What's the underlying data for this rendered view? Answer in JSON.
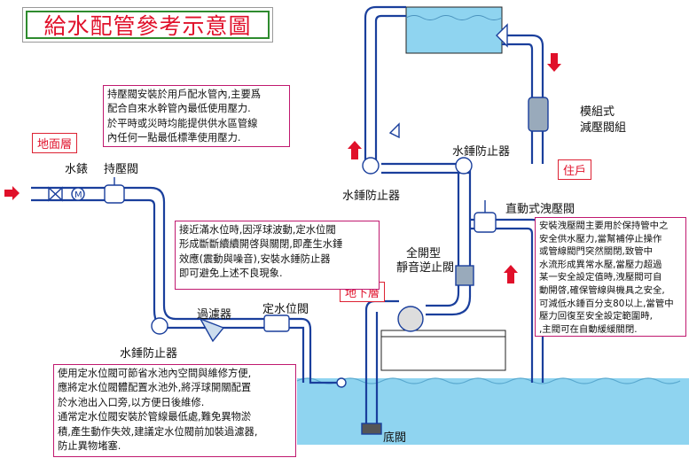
{
  "title": "給水配管參考示意圖",
  "colors": {
    "water": "#8fd4f0",
    "title_text": "#e0102a",
    "frame": "#2e8b2e",
    "pipe": "#1a3f9c",
    "note_border": "#c0196f",
    "arrow": "#e0102a"
  },
  "zones": {
    "ground_floor": "地面層",
    "basement": "地下層",
    "household": "住戶"
  },
  "labels": {
    "meter": "水錶",
    "pressure_valve": "持壓閥",
    "hammer_arrestor_top": "水錘防止器",
    "hammer_arrestor_left": "水錘防止器",
    "hammer_arrestor_bottom": "水錘防止器",
    "module_line1": "模組式",
    "module_line2": "減壓閥組",
    "relief_valve": "直動式洩壓閥",
    "check_valve_line1": "全開型",
    "check_valve_line2": "靜音逆止閥",
    "strainer": "過濾器",
    "level_valve": "定水位閥",
    "foot_valve": "底閥"
  },
  "notes": {
    "pressure": [
      "持壓閥安裝於用戶配水管內,主要爲",
      "配合自來水幹管內最低使用壓力.",
      "於平時或災時均能提供供水區管線",
      "內任何一點最低標準使用壓力."
    ],
    "hammer": [
      "接近滿水位時,因浮球波動,定水位閥",
      "形成斷斷續續開啓與關閉,即產生水錘",
      "效應(震動與噪音),安裝水錘防止器",
      "即可避免上述不良現象."
    ],
    "level": [
      "使用定水位閥可節省水池內空間與維修方便,",
      "應將定水位閥體配置水池外,將浮球開關配置",
      "於水池出入口旁,以方便日後維修.",
      "通常定水位閥安裝於管線最低處,難免異物淤",
      "積,產生動作失效,建議定水位閥前加裝過濾器,",
      "防止異物堵塞."
    ],
    "relief": [
      "安裝洩壓閥主要用於保持管中之",
      "安全供水壓力,當幫補停止操作",
      "或管線閥門突然關閉,致管中",
      "水流形成異常水壓,當壓力超過",
      "某一安全設定值時,洩壓閥可自",
      "動開啓,確保管線與機具之安全,",
      "可減低水錘百分支80以上,當管中",
      "壓力回復至安全設定範圍時,",
      ",主閥可在自動緩緩關閉."
    ]
  }
}
